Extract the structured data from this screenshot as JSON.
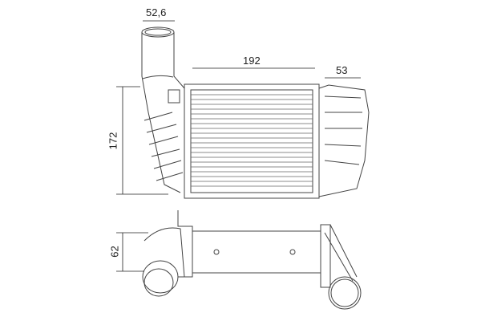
{
  "diagram": {
    "subject": "intercooler technical drawing",
    "dimensions": {
      "inlet_diameter": "52,6",
      "core_width": "192",
      "outlet_depth": "53",
      "height": "172",
      "thickness": "62"
    }
  }
}
